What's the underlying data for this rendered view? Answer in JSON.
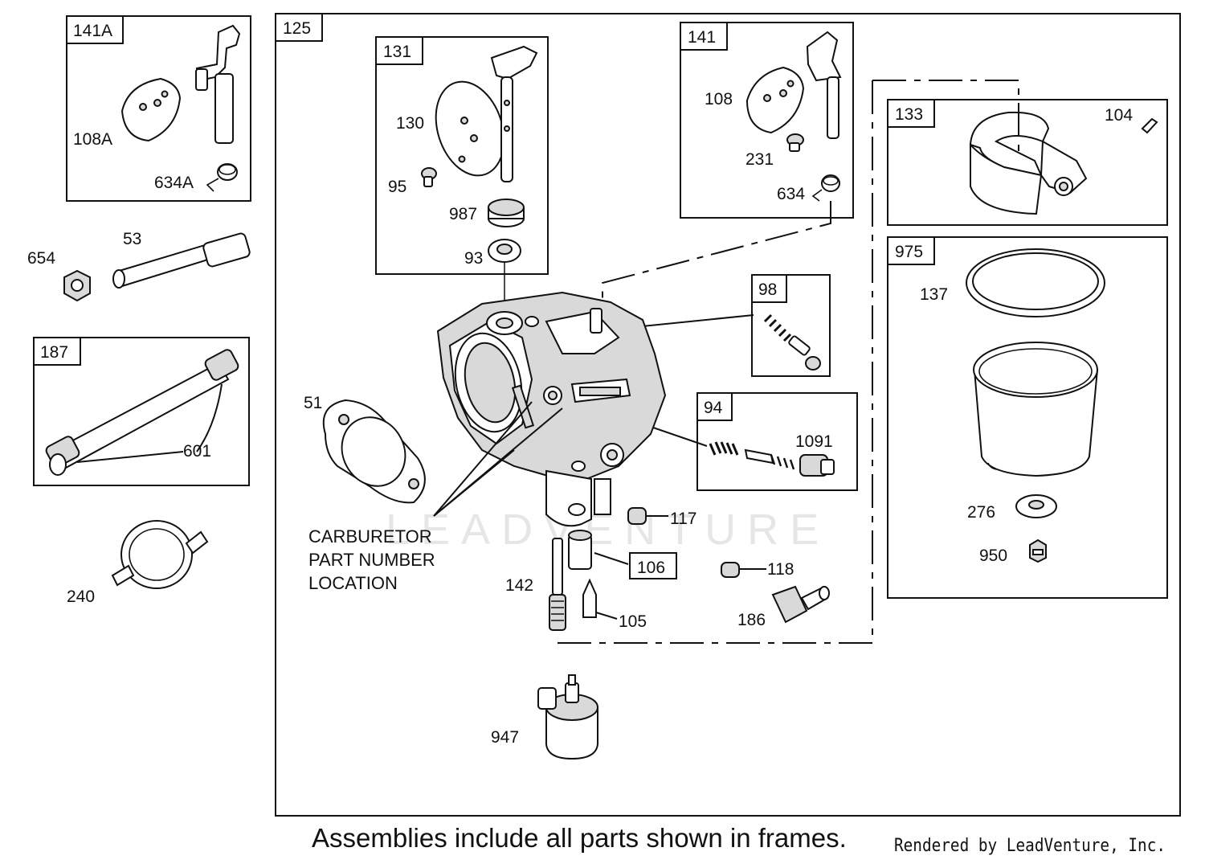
{
  "frames": {
    "f141A": "141A",
    "f125": "125",
    "f131": "131",
    "f141": "141",
    "f133": "133",
    "f975": "975",
    "f98": "98",
    "f94": "94",
    "f187": "187",
    "f106": "106"
  },
  "parts": {
    "p108A": "108A",
    "p634A": "634A",
    "p53": "53",
    "p654": "654",
    "p601": "601",
    "p240": "240",
    "p130": "130",
    "p95": "95",
    "p987": "987",
    "p93": "93",
    "p108": "108",
    "p231": "231",
    "p634": "634",
    "p104": "104",
    "p137": "137",
    "p276": "276",
    "p950": "950",
    "p1091": "1091",
    "p51": "51",
    "p117": "117",
    "p142": "142",
    "p118": "118",
    "p105": "105",
    "p186": "186",
    "p947": "947"
  },
  "note": {
    "line1": "CARBURETOR",
    "line2": "PART NUMBER",
    "line3": "LOCATION"
  },
  "watermark": "LEADVENTURE",
  "caption": {
    "main": "Assemblies include all parts shown in frames.",
    "credit": "Rendered by LeadVenture, Inc."
  },
  "colors": {
    "line": "#111111",
    "part_shade": "#d9d9d9",
    "watermark": "#e6e6e6"
  }
}
